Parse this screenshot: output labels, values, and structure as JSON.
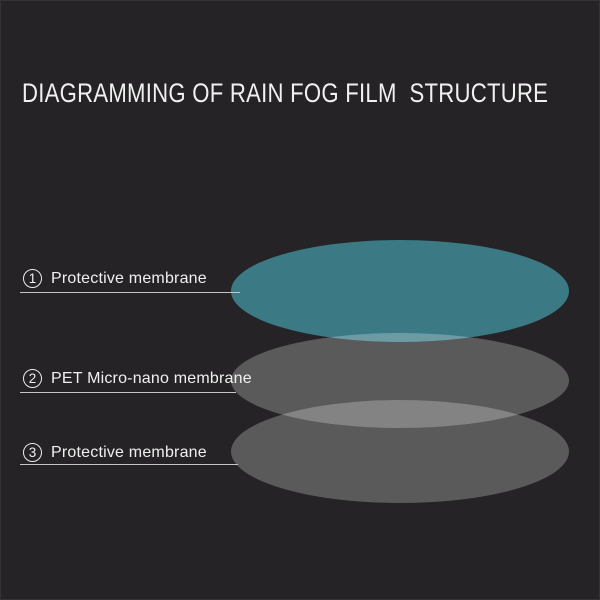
{
  "title": "DIAGRAMMING OF RAIN FOG FILM  STRUCTURE",
  "colors": {
    "background": "#252325",
    "teal_layer": "#3B7A85",
    "gray_layer": "rgba(255,255,255,0.25)",
    "line": "#C6C6C6",
    "text": "#F0F0F0"
  },
  "layers": [
    {
      "number": "1",
      "label": "Protective membrane"
    },
    {
      "number": "2",
      "label": "PET Micro-nano membrane"
    },
    {
      "number": "3",
      "label": "Protective membrane"
    }
  ]
}
